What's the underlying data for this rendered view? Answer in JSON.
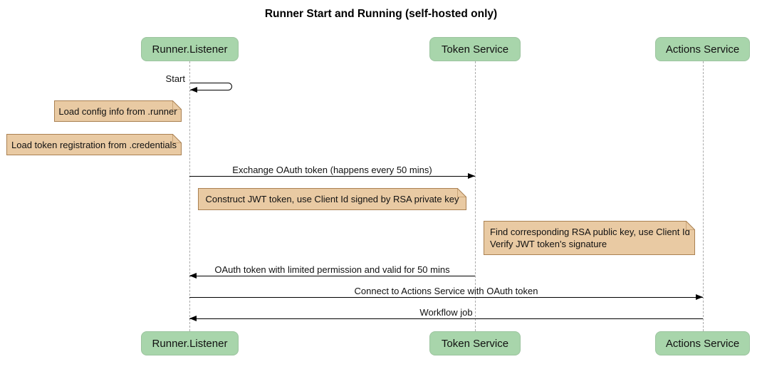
{
  "title": "Runner Start and Running (self-hosted only)",
  "participants": [
    {
      "name": "Runner.Listener"
    },
    {
      "name": "Token Service"
    },
    {
      "name": "Actions Service"
    }
  ],
  "messages": [
    {
      "label": "Start",
      "from": "Runner.Listener",
      "to": "Runner.Listener",
      "kind": "self"
    },
    {
      "label": "Exchange OAuth token (happens every 50 mins)",
      "from": "Runner.Listener",
      "to": "Token Service",
      "kind": "solid"
    },
    {
      "label": "OAuth token with limited permission and valid for 50 mins",
      "from": "Token Service",
      "to": "Runner.Listener",
      "kind": "solid"
    },
    {
      "label": "Connect to Actions Service with OAuth token",
      "from": "Runner.Listener",
      "to": "Actions Service",
      "kind": "solid"
    },
    {
      "label": "Workflow job",
      "from": "Actions Service",
      "to": "Runner.Listener",
      "kind": "solid"
    }
  ],
  "notes": [
    {
      "text": "Load config info from .runner"
    },
    {
      "text": "Load token registration from .credentials"
    },
    {
      "text": "Construct JWT token, use Client Id signed by RSA private key"
    },
    {
      "lines": [
        "Find corresponding RSA public key, use Client Id",
        "Verify JWT token's signature"
      ]
    }
  ],
  "colors": {
    "participant_fill": "#a8d5ab",
    "note_fill": "#e9caa3",
    "note_border": "#aa8152",
    "lifeline": "#aaaaaa",
    "arrow": "#000000",
    "background": "#ffffff",
    "text": "#000000"
  }
}
